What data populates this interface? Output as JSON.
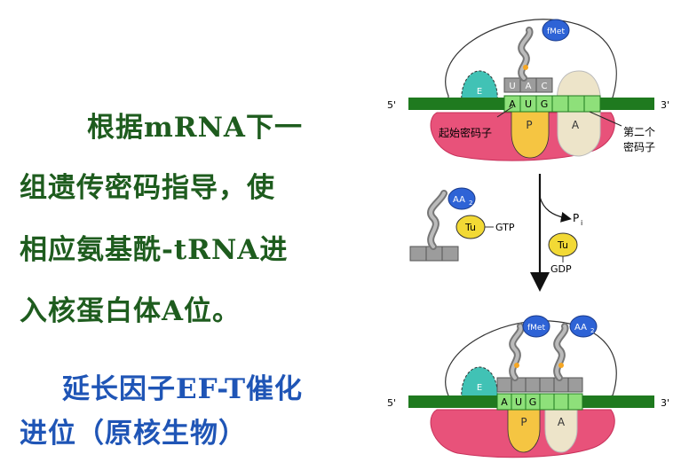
{
  "slide": {
    "paragraph1": [
      "根据mRNA下一",
      "组遗传密码指导，使",
      "相应氨基酰-tRNA进",
      "入核蛋白体A位。"
    ],
    "paragraph2": [
      "延长因子EF-T催化",
      "进位（原核生物）"
    ]
  },
  "diagram": {
    "end5": "5'",
    "end3": "3'",
    "anticodon_top": [
      "U",
      "A",
      "C"
    ],
    "codon": [
      "A",
      "U",
      "G"
    ],
    "site_e": "E",
    "site_p": "P",
    "site_a": "A",
    "fmet": "fMet",
    "aa2_main": "AA",
    "aa2_sub": "2",
    "tu": "Tu",
    "gtp": "GTP",
    "gdp": "GDP",
    "pi_main": "P",
    "pi_sub": "i",
    "start_codon_label": "起始密码子",
    "second_codon_label_1": "第二个",
    "second_codon_label_2": "密码子",
    "colors": {
      "mrna": "#1f7a1f",
      "codon_box": "#8ee07a",
      "small_subunit": "#e8527a",
      "p_site": "#f5c542",
      "a_site": "#ede4c9",
      "e_site": "#41c2b5",
      "blue_ball": "#2e63d6",
      "yellow_ball": "#f2d935",
      "trna_grey": "#9c9c9c"
    }
  }
}
